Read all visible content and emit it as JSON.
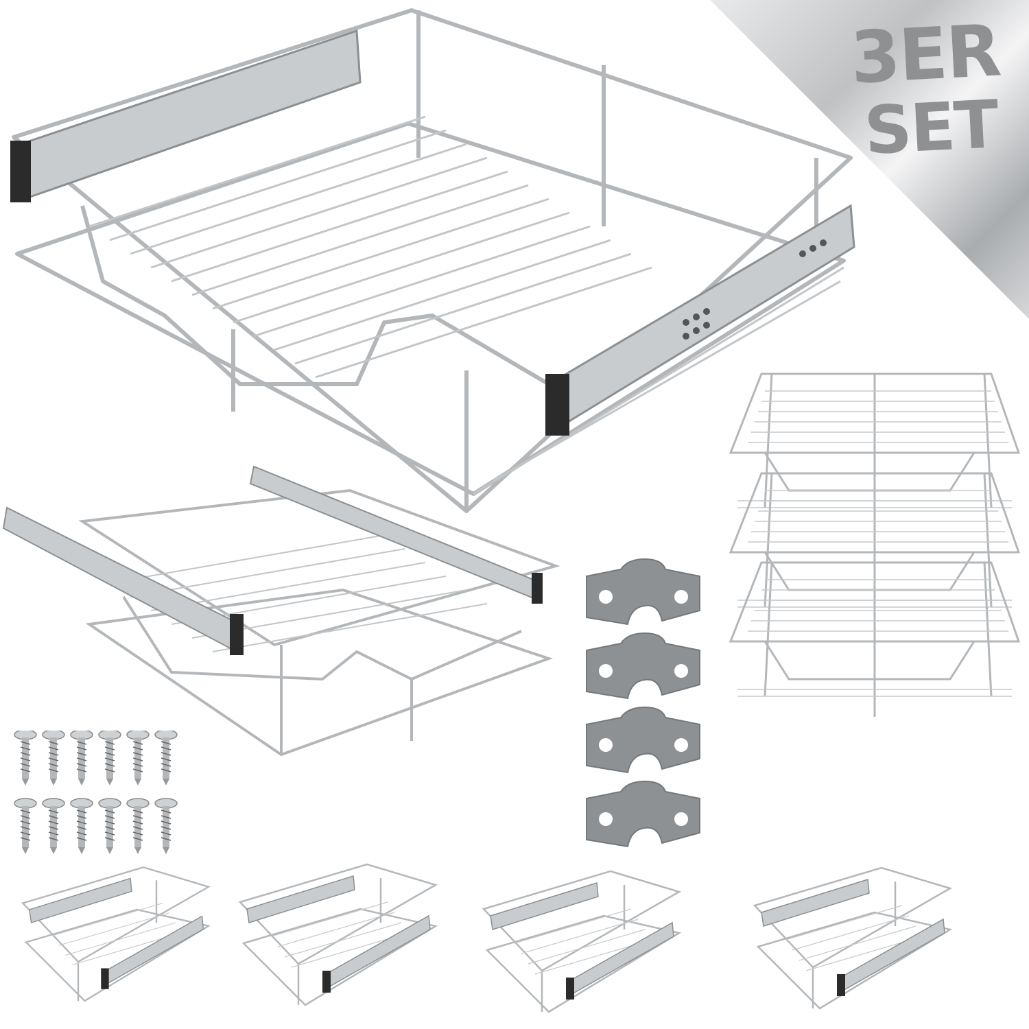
{
  "badge": {
    "line1": "3ER",
    "line2": "SET"
  },
  "scene": {
    "main_basket": "Pull-out wire basket with telescopic rails",
    "secondary_basket": "Pull-out wire basket with extended rails",
    "stacked_baskets_count": 3,
    "brackets_count": 4,
    "screws_count": 12,
    "size_variants_count": 4
  },
  "colors": {
    "background": "#ffffff",
    "metal": "#b9bcbf",
    "metal_dark": "#7d8184",
    "rail_stop": "#2b2b2b",
    "bracket": "#8e9194",
    "badge_text": "#8f9092"
  }
}
